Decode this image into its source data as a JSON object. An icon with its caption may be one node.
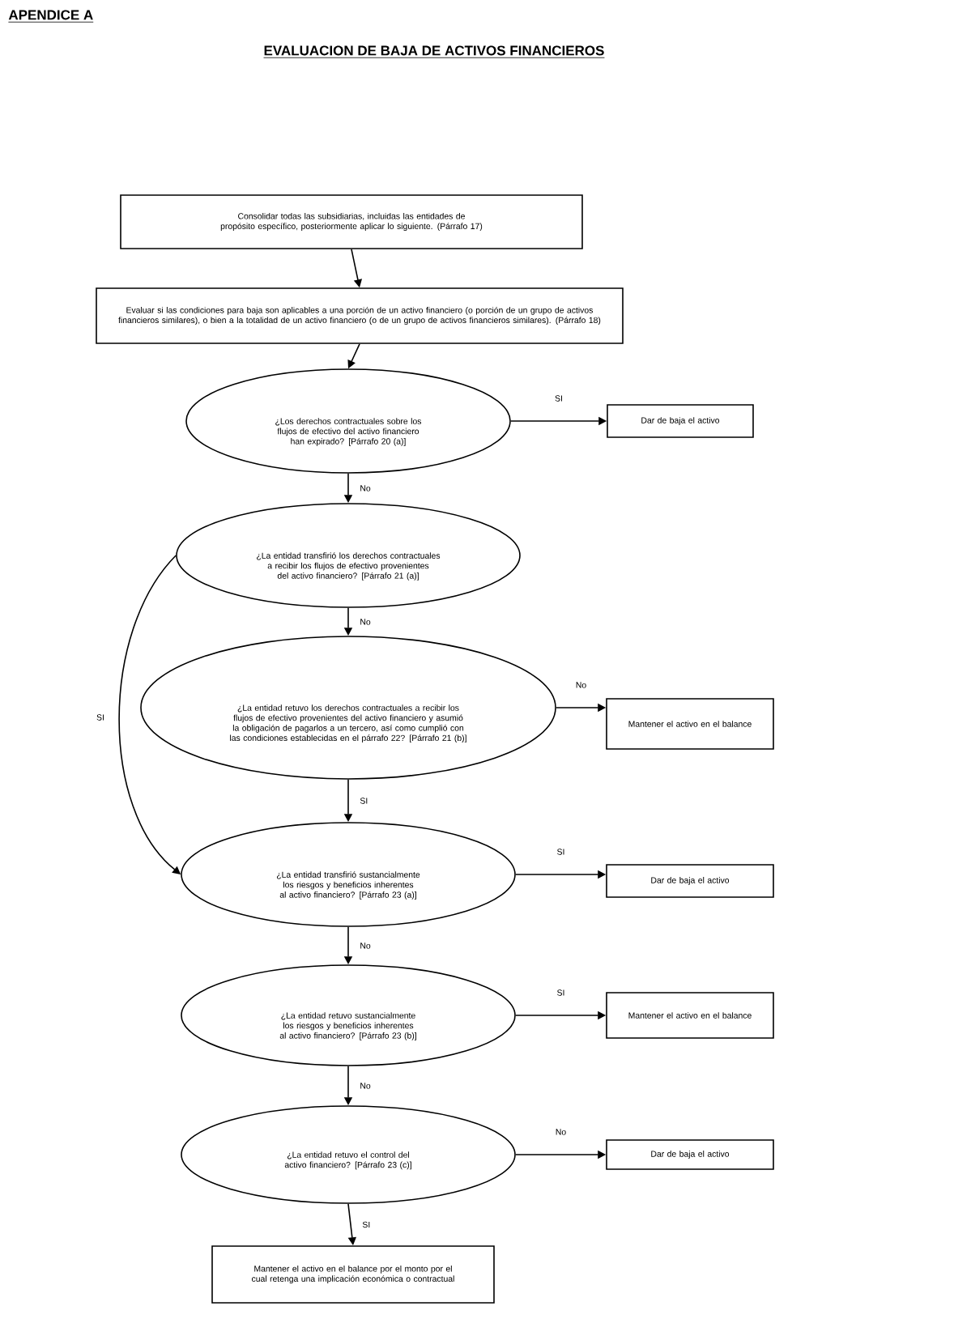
{
  "diagram": {
    "title": "EVALUACION DE BAJA DE ACTIVOS FINANCIEROS",
    "nodes": [
      {
        "text": [
          "Consolidar todas las subsidiarias, incluidas las entidades de propósito específico, posteriormente aplicar lo siguiente. (Párrafo 17)"
        ]
      },
      {
        "text": [
          "Evaluar si las condiciones para baja son aplicables a una porción de un activo financiero (o porción de un grupo de activos financieros similares), o bien a la totalidad de un activo financiero (o de un grupo de activos financieros similares). (Párrafo 18)"
        ]
      },
      {
        "text": [
          "¿Los derechos contractuales sobre los flujos de efectivo del activo financiero han expirado? [Párrafo 20 (a)]"
        ]
      },
      {
        "text": [
          "Dar de baja el activo"
        ]
      },
      {
        "text": [
          "¿La entidad transfirió los derechos contractuales a recibir los flujos de efectivo provenientes del activo financiero? [Párrafo 21 (a)]"
        ]
      },
      {
        "text": [
          "¿La entidad retuvo los derechos contractuales a recibir los flujos de efectivo provenientes del activo financiero y asumió la obligación de pagarlos a un tercero, así como cumplió con las condiciones establecidas en el párrafo 22? [Párrafo 21 (b)]"
        ]
      },
      {
        "text": [
          "Mantener el activo en el balance"
        ]
      },
      {
        "text": [
          "¿La entidad transfirió sustancialmente los riesgos y beneficios inherentes al activo financiero? [Párrafo 23 (a)]"
        ]
      },
      {
        "text": [
          "Dar de baja el activo"
        ]
      },
      {
        "text": [
          "¿La entidad retuvo sustancialmente los riesgos y beneficios inherentes al activo financiero? [Párrafo 23 (b)]"
        ]
      },
      {
        "text": [
          "Mantener el activo en el balance"
        ]
      },
      {
        "text": [
          "¿La entidad retuvo el control del activo financiero? [Párrafo 23 (c)]"
        ]
      },
      {
        "text": [
          "Dar de baja el activo"
        ]
      },
      {
        "text": [
          "Mantener el activo en el balance por el monto por el cual retenga una implicación económica o contractual"
        ]
      }
    ],
    "edges": [
      {
        "from": 0,
        "to": 1,
        "arrow": "to"
      },
      {
        "from": 1,
        "to": 2,
        "arrow": "to"
      },
      {
        "from": 2,
        "to": 3,
        "arrow": "to",
        "label": "SI"
      },
      {
        "from": 2,
        "to": 4,
        "arrow": "to",
        "label": "No"
      },
      {
        "from": 4,
        "to": 5,
        "arrow": "to",
        "label": "No"
      },
      {
        "from": 4,
        "to": 7,
        "arrow": "to",
        "label": "SI"
      },
      {
        "from": 5,
        "to": 6,
        "arrow": "to",
        "label": "No"
      },
      {
        "from": 5,
        "to": 7,
        "arrow": "to",
        "label": "SI"
      },
      {
        "from": 7,
        "to": 8,
        "arrow": "to",
        "label": "SI"
      },
      {
        "from": 7,
        "to": 9,
        "arrow": "to",
        "label": "No"
      },
      {
        "from": 9,
        "to": 10,
        "arrow": "to",
        "label": "SI"
      },
      {
        "from": 9,
        "to": 11,
        "arrow": "to",
        "label": "No"
      },
      {
        "from": 11,
        "to": 12,
        "arrow": "to",
        "label": "No"
      },
      {
        "from": 11,
        "to": 13,
        "arrow": "to",
        "label": "SI"
      }
    ],
    "labels": [
      "APENDICE A"
    ]
  }
}
